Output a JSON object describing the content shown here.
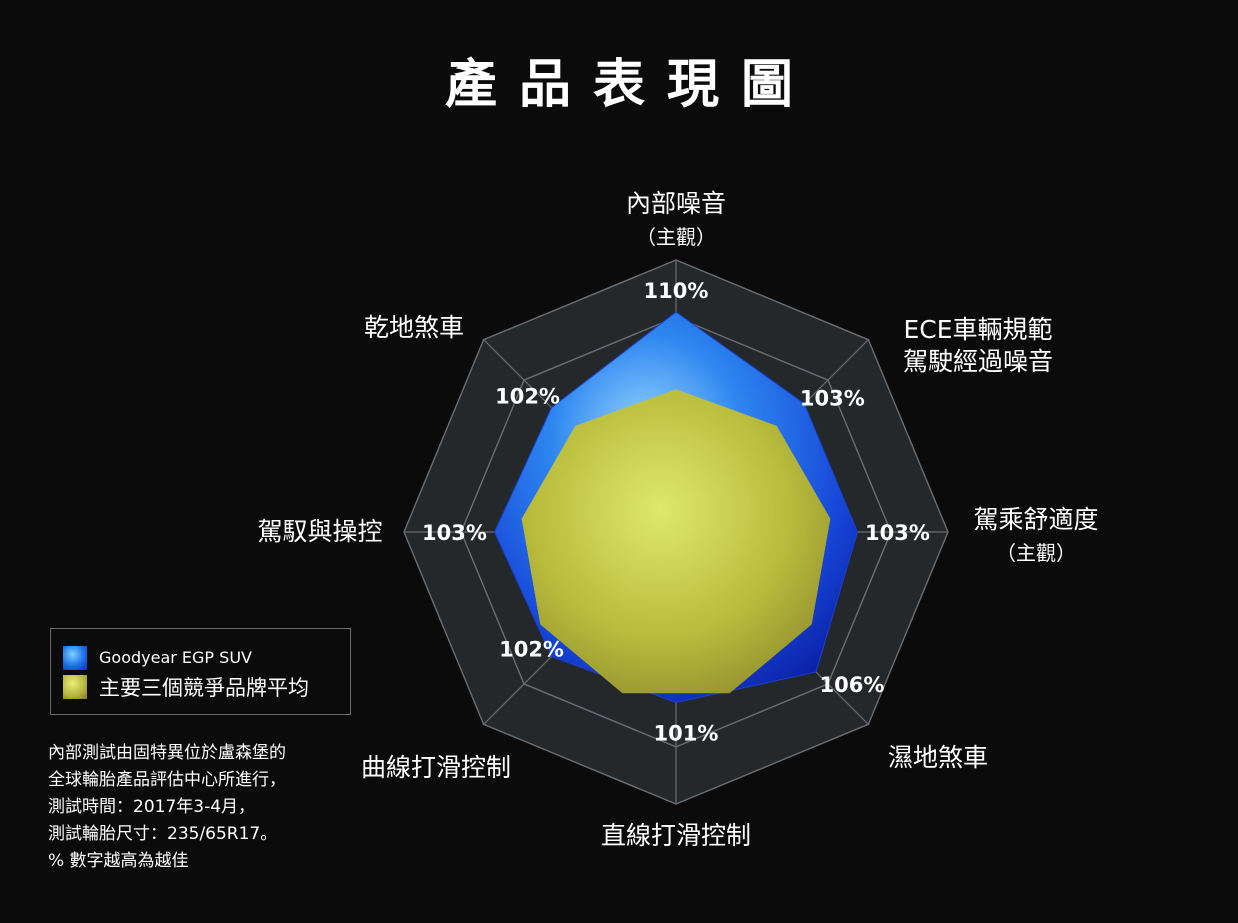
{
  "page": {
    "title": "產品表現圖"
  },
  "chart_data": {
    "type": "radar",
    "title": "產品表現圖",
    "axes": [
      {
        "label": "內部噪音",
        "sublabel": "（主觀）"
      },
      {
        "label": "ECE車輛規範",
        "sublabel": "駕駛經過噪音"
      },
      {
        "label": "駕乘舒適度",
        "sublabel": "（主觀）"
      },
      {
        "label": "濕地煞車",
        "sublabel": ""
      },
      {
        "label": "直線打滑控制",
        "sublabel": ""
      },
      {
        "label": "曲線打滑控制",
        "sublabel": ""
      },
      {
        "label": "駕馭與操控",
        "sublabel": ""
      },
      {
        "label": "乾地煞車",
        "sublabel": ""
      }
    ],
    "series": [
      {
        "name": "Goodyear EGP SUV",
        "values": [
          110,
          103,
          103,
          106,
          101,
          102,
          103,
          102
        ],
        "value_labels": [
          "110%",
          "103%",
          "103%",
          "106%",
          "101%",
          "102%",
          "103%",
          "102%"
        ],
        "color": "#1e6ee8"
      },
      {
        "name": "主要三個競爭品牌平均",
        "values": [
          100,
          100,
          100,
          100,
          100,
          100,
          100,
          100
        ],
        "color": "#b5b33a"
      }
    ],
    "legend_position": "bottom-left",
    "grid": true
  },
  "legend": {
    "items": [
      {
        "label": "Goodyear EGP SUV"
      },
      {
        "label": "主要三個競爭品牌平均"
      }
    ]
  },
  "footnote": {
    "lines": [
      "內部測試由固特異位於盧森堡的",
      "全球輪胎產品評估中心所進行，",
      "測試時間：2017年3-4月，",
      "測試輪胎尺寸：235/65R17。",
      "% 數字越高為越佳"
    ]
  }
}
